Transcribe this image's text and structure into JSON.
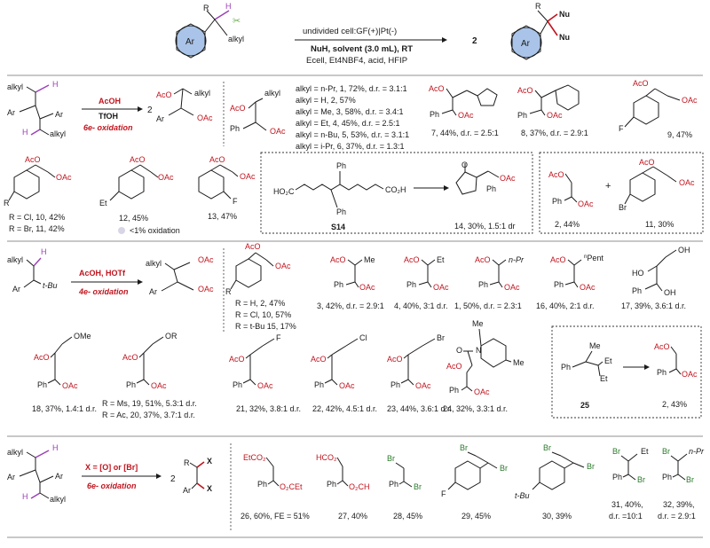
{
  "header": {
    "conditions_line1": "undivided cell:GF(+)|Pt(-)",
    "conditions_line2": "NuH, solvent (3.0 mL), RT",
    "conditions_line3": "Ecell, Et4NBF4, acid, HFIP",
    "product_label": "2",
    "sm_R": "R",
    "sm_H": "H",
    "sm_alkyl": "alkyl",
    "ring_label": "Ar",
    "prod_R": "R",
    "prod_Nu1": "Nu",
    "prod_Nu2": "Nu",
    "prod_ring": "Ar"
  },
  "section1": {
    "reagent1": "AcOH",
    "reagent2": "TfOH",
    "oxidation": "6e- oxidation",
    "coeff": "2",
    "table": [
      "alkyl = n-Pr, 1, 72%, d.r. = 3.1:1",
      "alkyl = H, 2, 57%",
      "alkyl = Me, 3, 58%, d.r. = 3.4:1",
      "alkyl = Et, 4, 45%, d.r. = 2.5:1",
      "alkyl = n-Bu, 5, 53%, d.r. = 3.1:1",
      "alkyl = i-Pr, 6, 37%, d.r. = 1.3:1"
    ],
    "c7": "7, 44%, d.r. = 2.5:1",
    "c8": "8, 37%, d.r. = 2.9:1",
    "c9": "9, 47%",
    "r10": "R = Cl, 10, 42%",
    "r11": "R = Br, 11, 42%",
    "c12": "12, 45%",
    "c12b": "<1% oxidation",
    "c13": "13, 47%",
    "s14": "S14",
    "c14": "14, 30%, 1.5:1 dr",
    "c2": "2, 44%",
    "c11": "11, 30%"
  },
  "section2": {
    "reagent": "AcOH, HOTf",
    "oxidation": "4e- oxidation",
    "sm_sub": "t-Bu",
    "r2": "R = H, 2, 47%",
    "r10": "R = Cl, 10, 57%",
    "r15": "R = t-Bu 15, 17%",
    "c3": "3, 42%, d.r. = 2.9:1",
    "c4": "4, 40%, 3:1  d.r.",
    "c1": "1, 50%, d.r. = 2.3:1",
    "c16": "16, 40%, 2:1 d.r.",
    "c17": "17, 39%, 3.6:1 d.r.",
    "c18": "18, 37%, 1.4:1 d.r.",
    "c19": "R = Ms, 19, 51%, 5.3:1 d.r.",
    "c20": "R = Ac, 20, 37%, 3.7:1 d.r.",
    "c21": "21, 32%, 3.8:1 d.r.",
    "c22": "22, 42%, 4.5:1 d.r.",
    "c23": "23, 44%, 3.6:1 d.r.",
    "c24": "24, 32%, 3.3:1 d.r.",
    "c25": "25",
    "c2b": "2, 43%"
  },
  "section3": {
    "reagent": "X = [O] or [Br]",
    "oxidation": "6e- oxidation",
    "coeff": "2",
    "c26": "26, 60%, FE = 51%",
    "c27": "27, 40%",
    "c28": "28, 45%",
    "c29": "29, 45%",
    "c30": "30, 39%",
    "c31a": "31, 40%,",
    "c31b": "d.r. =10:1",
    "c32a": "32, 39%,",
    "c32b": "d.r. = 2.9:1"
  },
  "colors": {
    "accent_red": "#c0141e",
    "ring_blue": "#a9c4e8",
    "purple": "#9b3fb5",
    "separator": "#a8a8a8"
  }
}
